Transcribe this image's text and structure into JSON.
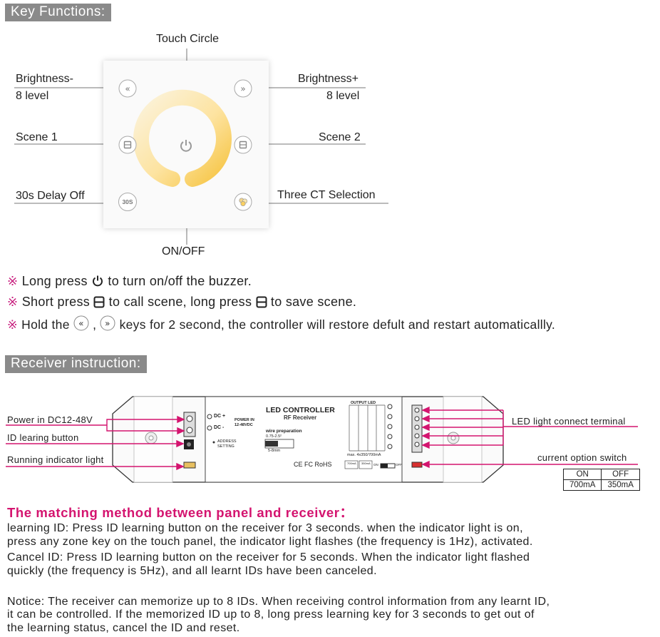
{
  "key_functions": {
    "title": "Key Functions:",
    "touch_circle": "Touch Circle",
    "brightness_minus": "Brightness-",
    "brightness_minus_level": "8 level",
    "brightness_plus": "Brightness+",
    "brightness_plus_level": "8 level",
    "scene1": "Scene 1",
    "scene2": "Scene 2",
    "delay_off": "30s Delay Off",
    "three_ct": "Three CT Selection",
    "on_off": "ON/OFF",
    "btn_30s": "30S"
  },
  "notes": {
    "mark": "※",
    "n1_a": "Long press",
    "n1_b": "to turn on/off the buzzer.",
    "n2_a": "Short press",
    "n2_b": "to call scene, long press",
    "n2_c": "to save scene.",
    "n3_a": "Hold the",
    "n3_sep": ",",
    "n3_b": "keys for 2 second, the controller will restore defult and restart automaticallly."
  },
  "receiver": {
    "title": "Receiver instruction:",
    "power": "Power in DC12-48V",
    "id_button": "ID learing button",
    "running": "Running indicator light",
    "led_terminal": "LED light connect terminal",
    "current_switch": "current option switch",
    "device": {
      "title": "LED CONTROLLER",
      "subtitle": "RF Receiver",
      "dc_plus": "DC +",
      "dc_minus": "DC -",
      "power_in": "POWER IN",
      "power_range": "12-48VDC",
      "address": "ADDRESS",
      "setting": "SETTING",
      "wire_prep": "wire preparation",
      "wire_size": "0.75-2.5²",
      "wire_len": "5-8mm",
      "output_led": "OUTPUT LED",
      "max": "max. 4x350/700mA",
      "certs": "CE FC RoHS",
      "on": "ON",
      "off": "OFF",
      "sw_on_val": "700mA",
      "sw_off_val": "350mA"
    },
    "option_table": {
      "headers": [
        "ON",
        "OFF"
      ],
      "values": [
        "700mA",
        "350mA"
      ]
    }
  },
  "matching": {
    "heading": "The matching method between panel and receiver",
    "heading_colon": "：",
    "lines": [
      "learning ID: Press ID learning button on the receiver for 3 seconds. when the indicator light is on,",
      "press any zone key on the touch panel, the indicator light flashes (the frequency is 1Hz), activated.",
      "Cancel ID: Press ID learning button on the receiver for 5 seconds. When the indicator light flashed",
      "quickly (the frequency is 5Hz), and all learnt IDs have been canceled."
    ],
    "notice": [
      "Notice: The receiver can memorize up to 8 IDs. When receiving control information from any learnt ID,",
      "it can be controlled. If the memorized ID up to 8, long press learning key for 3 seconds to get out of",
      "the learning status, cancel the ID and reset."
    ]
  }
}
